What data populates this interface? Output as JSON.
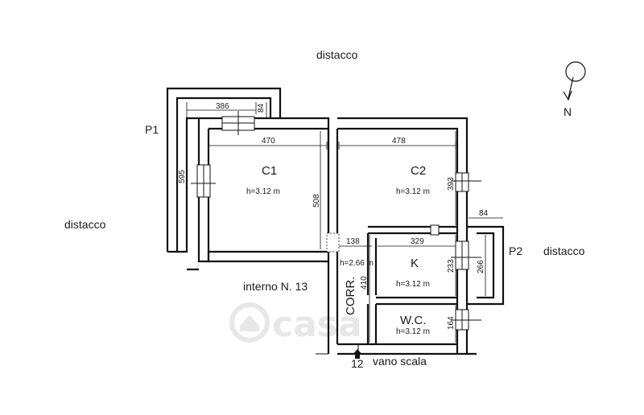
{
  "labels": {
    "distacco_top": "distacco",
    "distacco_left": "distacco",
    "distacco_right": "distacco",
    "p1": "P1",
    "p2": "P2",
    "north": "N",
    "interno": "interno N. 13",
    "vano_scala": "vano scala",
    "stair_number": "12",
    "corr": "CORR."
  },
  "rooms": {
    "c1": {
      "name": "C1",
      "height": "h=3.12 m"
    },
    "c2": {
      "name": "C2",
      "height": "h=3.12 m"
    },
    "k": {
      "name": "K",
      "height": "h=3.12 m"
    },
    "wc": {
      "name": "W.C.",
      "height": "h=3.12 m"
    },
    "corr_height": "h=2.66 m"
  },
  "dimensions": {
    "d386": "386",
    "d84_top": "84",
    "d470": "470",
    "d478": "478",
    "d595": "595",
    "d508": "508",
    "d393": "393",
    "d84_right": "84",
    "d138": "138",
    "d329": "329",
    "d233": "233",
    "d266": "266",
    "d410": "410",
    "d164": "164"
  },
  "watermark": "casa"
}
